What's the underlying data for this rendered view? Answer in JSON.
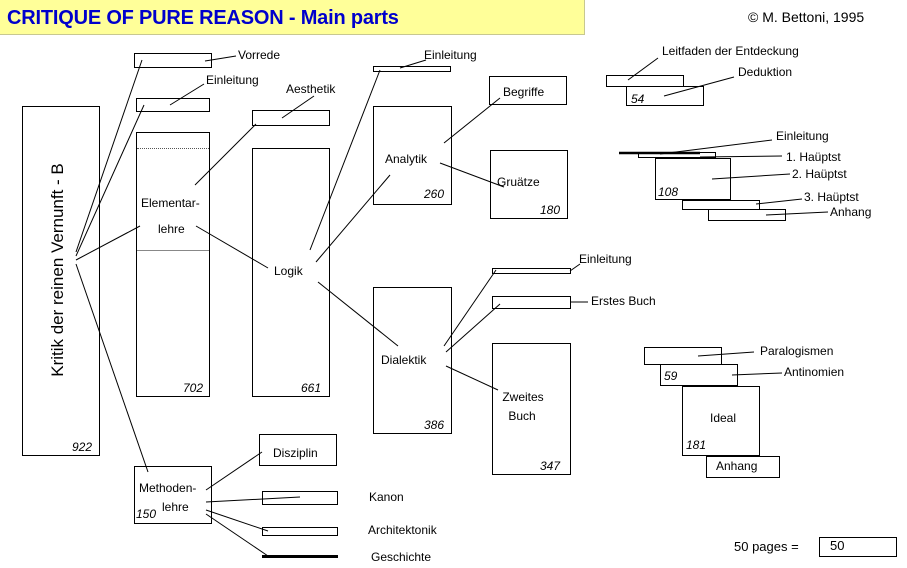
{
  "header": {
    "title": "CRITIQUE OF PURE REASON - Main parts",
    "credit": "© M. Bettoni, 1995"
  },
  "root": {
    "label": "Kritik der reinen Vernunft - B",
    "pages": "922"
  },
  "labels": {
    "vorrede": "Vorrede",
    "einleitung_main": "Einleitung",
    "elementarlehre_1": "Elementar-",
    "elementarlehre_2": "lehre",
    "elementarlehre_pages": "702",
    "aesthetik": "Aesthetik",
    "logik": "Logik",
    "logik_pages": "661",
    "methodenlehre_1": "Methoden-",
    "methodenlehre_2": "lehre",
    "methodenlehre_pages": "150",
    "disziplin": "Disziplin",
    "kanon": "Kanon",
    "architektonik": "Architektonik",
    "geschichte": "Geschichte",
    "einleitung_logik": "Einleitung",
    "analytik": "Analytik",
    "analytik_pages": "260",
    "begriffe": "Begriffe",
    "grundsaetze": "Gruätze",
    "grundsaetze_pages": "180",
    "dialektik": "Dialektik",
    "dialektik_pages": "386",
    "einleitung_dial": "Einleitung",
    "erstes_buch": "Erstes Buch",
    "zweites_buch_1": "Zweites",
    "zweites_buch_2": "Buch",
    "zweites_buch_pages": "347",
    "leitfaden": "Leitfaden der Entdeckung",
    "deduktion": "Deduktion",
    "deduktion_pages": "54",
    "einleitung_gr": "Einleitung",
    "hauptst_1": "1. Haüptst",
    "hauptst_2": "2. Haüptst",
    "hauptst_pages": "108",
    "hauptst_3": "3. Haüptst",
    "anhang_gr": "Anhang",
    "paralogismen": "Paralogismen",
    "antinomien": "Antinomien",
    "antinomien_pages": "59",
    "ideal": "Ideal",
    "ideal_pages": "181",
    "anhang_dial": "Anhang"
  },
  "scale": {
    "label": "50 pages =",
    "value": "50"
  }
}
